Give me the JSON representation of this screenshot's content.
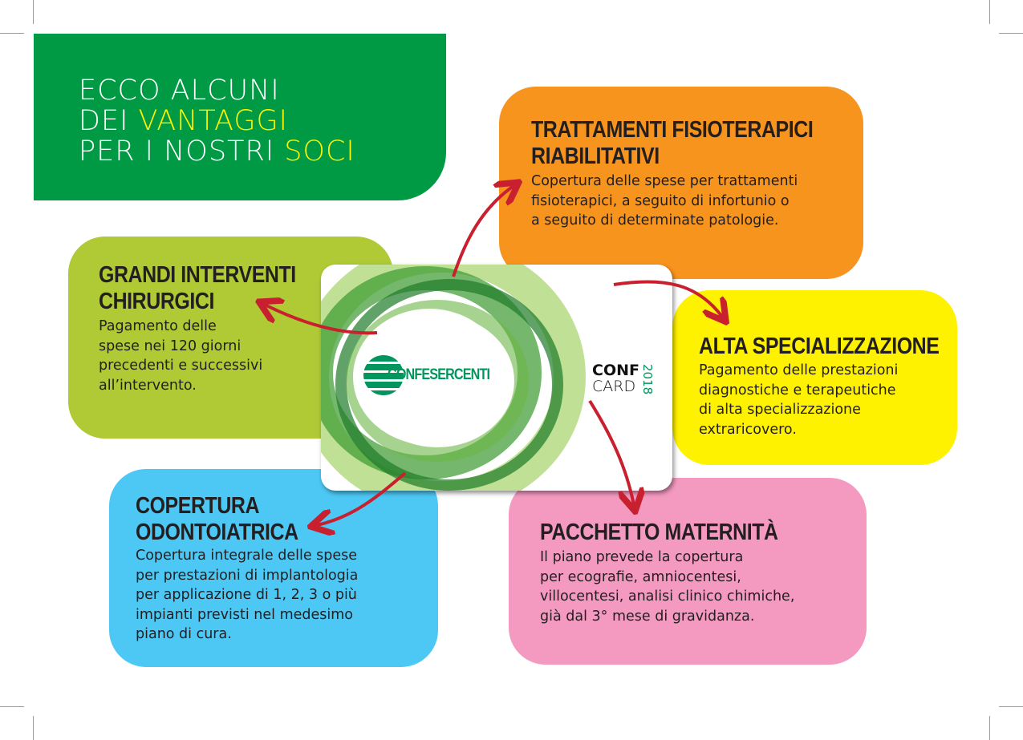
{
  "header": {
    "line1": "ECCO ALCUNI",
    "line2_pre": "DEI ",
    "line2_hl": "VANTAGGI",
    "line3_pre": "PER I NOSTRI ",
    "line3_hl": "SOCI"
  },
  "benefits": [
    {
      "title1": "TRATTAMENTI FISIOTERAPICI",
      "title2": "RIABILITATIVI",
      "body": "Copertura delle spese per trattamenti\nfisioterapici, a seguito di infortunio o\na seguito di determinate patologie.",
      "color": "#f7941d"
    },
    {
      "title1": "GRANDI INTERVENTI",
      "title2": "CHIRURGICI",
      "body": "Pagamento delle\nspese nei 120 giorni\nprecedenti e successivi\nall’intervento.",
      "color": "#afca35"
    },
    {
      "title1": "ALTA SPECIALIZZAZIONE",
      "body": "Pagamento delle prestazioni\ndiagnostiche e terapeutiche\ndi alta specializzazione\nextraricovero.",
      "color": "#fff200"
    },
    {
      "title1": "COPERTURA",
      "title2": "ODONTOIATRICA",
      "body": "Copertura integrale delle spese\nper prestazioni di implantologia\nper applicazione di 1, 2, 3 o più\nimpianti previsti nel medesimo\npiano di cura.",
      "color": "#4dc8f5"
    },
    {
      "title1": "PACCHETTO MATERNITÀ",
      "body": "Il piano prevede la copertura\nper ecografie, amniocentesi,\nvillocentesi, analisi clinico chimiche,\ngià dal 3° mese di gravidanza.",
      "color": "#f49ac1"
    }
  ],
  "card": {
    "logo": "CONFESERCENTI",
    "name1": "CONF",
    "name2": "CARD",
    "year": "2018"
  },
  "colors": {
    "header": "#009a44",
    "arrow": "#c8202f",
    "logo": "#00965e"
  }
}
